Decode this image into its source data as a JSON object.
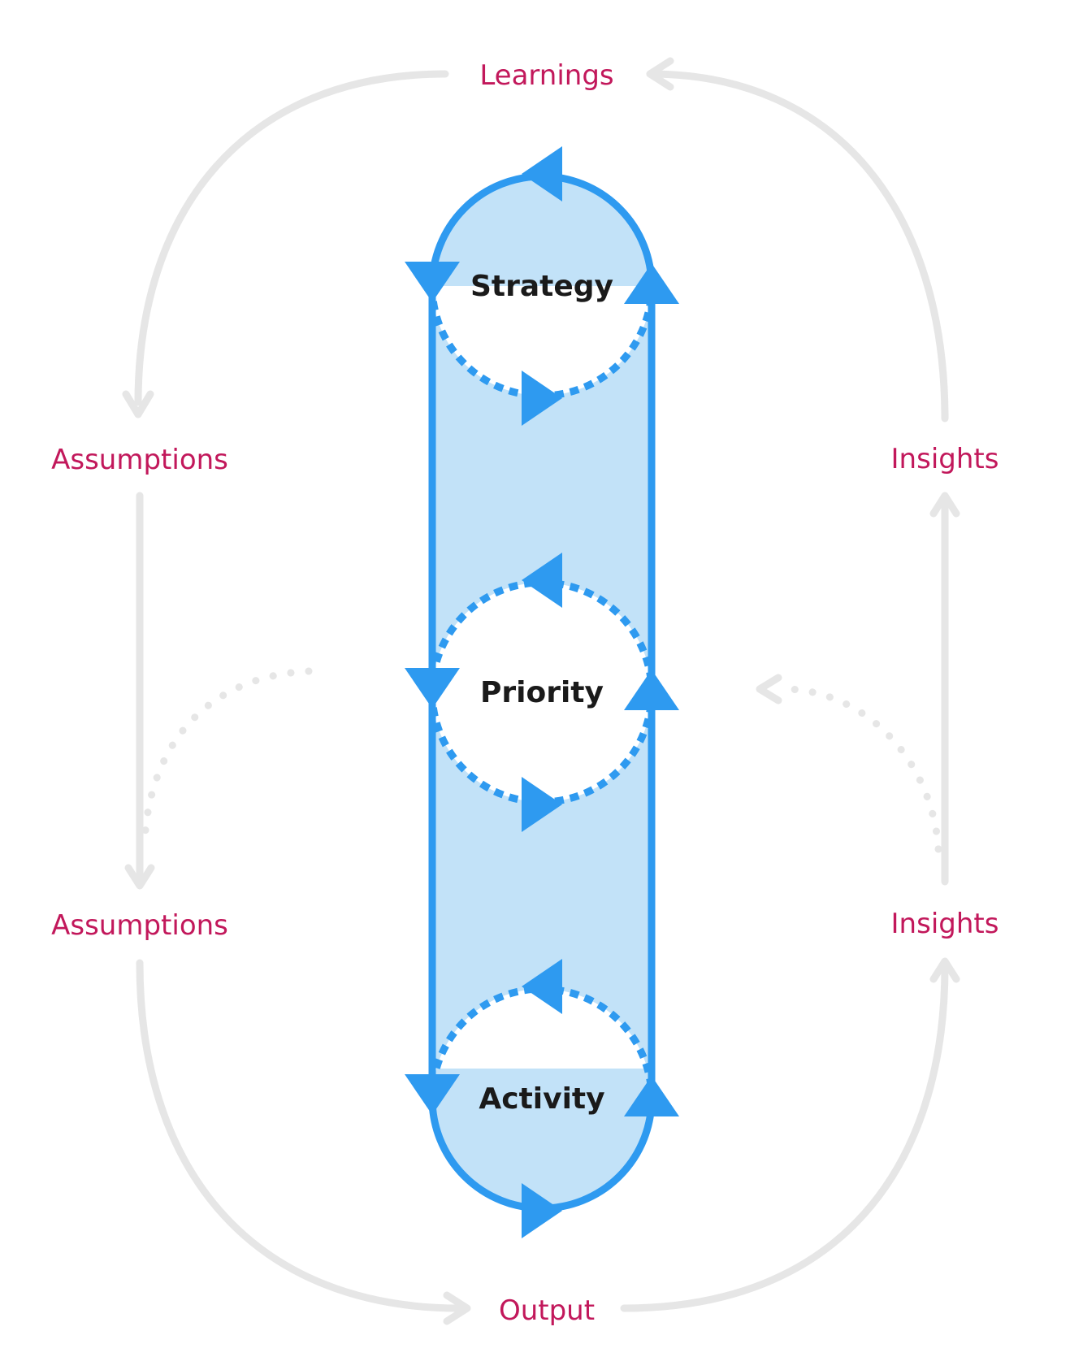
{
  "outer_labels": {
    "top": "Learnings",
    "left_upper": "Assumptions",
    "left_lower": "Assumptions",
    "right_upper": "Insights",
    "right_lower": "Insights",
    "bottom": "Output"
  },
  "nodes": {
    "strategy": "Strategy",
    "priority": "Priority",
    "activity": "Activity"
  },
  "colors": {
    "label_accent": "#c2185b",
    "loop_blue": "#2e9af0",
    "band_fill": "#c2e2f8",
    "grey_loop": "#e6e6e6"
  }
}
